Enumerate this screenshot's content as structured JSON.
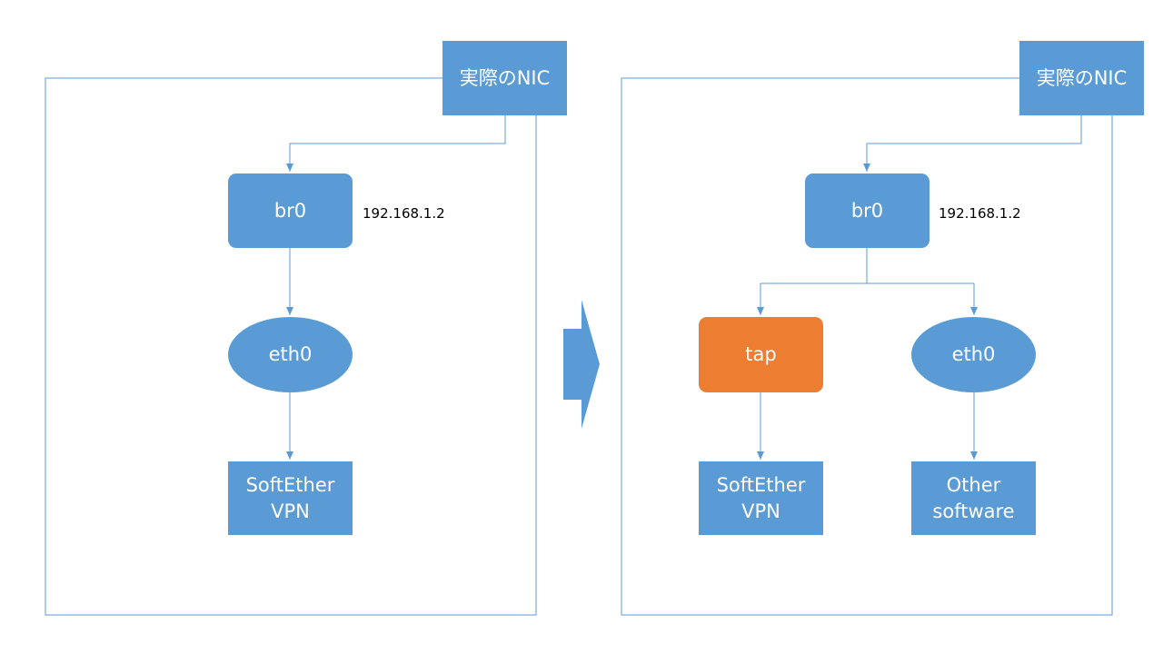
{
  "colors": {
    "node_blue": "#5b9bd5",
    "node_orange": "#ed7d31",
    "line": "#5b9bd5"
  },
  "left": {
    "nic_label": "実際のNIC",
    "bridge_label": "br0",
    "ip_label": "192.168.1.2",
    "eth_label": "eth0",
    "vpn_label": "SoftEther\nVPN"
  },
  "transition_icon": "right-arrow-icon",
  "right": {
    "nic_label": "実際のNIC",
    "bridge_label": "br0",
    "ip_label": "192.168.1.2",
    "tap_label": "tap",
    "eth_label": "eth0",
    "vpn_label": "SoftEther\nVPN",
    "other_label": "Other\nsoftware"
  }
}
